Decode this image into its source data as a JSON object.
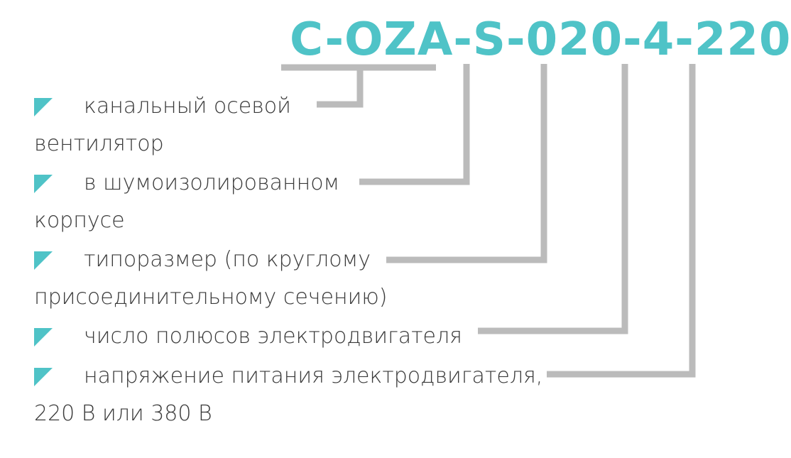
{
  "code": "C-OZA-S-020-4-220",
  "accent_color": "#4fc3c7",
  "connector_color": "#bbbbbb",
  "bullet_icon": "teal-triangle-icon",
  "items": [
    {
      "line1": "канальный осевой",
      "line2": "вентилятор"
    },
    {
      "line1": "в шумоизолированном",
      "line2": "корпусе"
    },
    {
      "line1": "типоразмер (по круглому",
      "line2": "присоединительному сечению)"
    },
    {
      "line1": "число полюсов электродвигателя",
      "line2": ""
    },
    {
      "line1": "напряжение питания электродвигателя,",
      "line2": "220 В или 380 В"
    }
  ]
}
